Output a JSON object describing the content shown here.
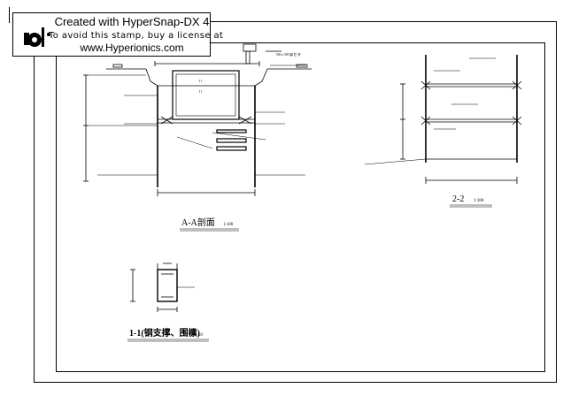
{
  "stamp": {
    "line1": "Created with HyperSnap-DX 4",
    "line2": "To avoid this stamp, buy a license at",
    "line3": "www.Hyperionics.com"
  },
  "sections": {
    "aa": {
      "label": "A-A剖面",
      "scale": "1:100"
    },
    "s22": {
      "label": "2-2",
      "scale": "1:100"
    },
    "s11": {
      "label": "1-1(钢支撑、围檩)",
      "scale": "1:10"
    }
  },
  "annotations": {
    "road_top": "500 x 500 钢 栏 杆",
    "i1": "I1",
    "i2": "I1"
  }
}
